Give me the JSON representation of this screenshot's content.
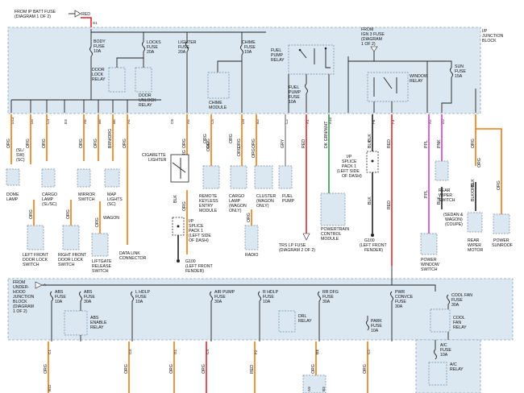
{
  "top_feed": {
    "label_l1": "FROM IP BATT FUSE",
    "label_l2": "(DIAGRAM 1 OF 2)",
    "wire_color": "RED",
    "pin": "S1"
  },
  "upper_block": {
    "title_l1": "I/P",
    "title_l2": "JUNCTION",
    "title_l3": "BLOCK"
  },
  "fuses_top": [
    {
      "l1": "BODY",
      "l2": "FUSE",
      "l3": "10A"
    },
    {
      "l1": "LOCKS",
      "l2": "FUSE",
      "l3": "20A"
    },
    {
      "l1": "LIGHTER",
      "l2": "FUSE",
      "l3": "20A"
    },
    {
      "l1": "CHIME",
      "l2": "FUSE",
      "l3": "10A"
    }
  ],
  "ign_feed": {
    "l1": "FROM",
    "l2": "IGN 3 FUSE",
    "l3": "(DIAGRAM",
    "l4": "1 OF 2)"
  },
  "relays_top": {
    "door_lock": [
      "DOOR",
      "LOCK",
      "RELAY"
    ],
    "door_unlock": [
      "DOOR",
      "UNLOCK",
      "RELAY"
    ],
    "chime_module": [
      "CHIME",
      "MODULE"
    ],
    "fuel_pump_relay": [
      "FUEL",
      "PUMP",
      "RELAY"
    ],
    "fuel_pump_fuse": [
      "FUEL",
      "PUMP",
      "FUSE",
      "10A"
    ],
    "window_relay": [
      "WINDOW",
      "RELAY"
    ],
    "sun_fuse": [
      "SUN",
      "FUSE",
      "15A"
    ]
  },
  "pins_top": [
    "D13",
    "D5",
    "C4",
    "E3",
    "A6",
    "B8",
    "B8",
    "A4",
    "C6",
    "A5",
    "C5",
    "D9",
    "B3",
    "C2",
    "A1",
    "A10",
    "F8",
    "F3",
    "A2",
    "D2"
  ],
  "wire_colors_top": [
    "ORG",
    "ORG",
    "ORG",
    "ORG",
    "ORG",
    "BRN/ORG",
    "ORG",
    "ORG",
    "ORG",
    "ORG",
    "ORG",
    "GRY",
    "RED",
    "DK GRN/WHT",
    "BLK",
    "RED",
    "PPL",
    "PNK",
    "ORG"
  ],
  "components": {
    "dome": [
      "DOME",
      "LAMP"
    ],
    "dome_variant": [
      "(SL/",
      "SW)",
      "(SC)"
    ],
    "cargo_sl": [
      "CARGO",
      "LAMP",
      "(SL/SC)"
    ],
    "mirror": [
      "MIRROR",
      "SWITCH"
    ],
    "map": [
      "MAP",
      "LIGHTS",
      "(SC)"
    ],
    "lighter": [
      "CIGARETTE",
      "LIGHTER"
    ],
    "remote": [
      "REMOTE",
      "KEYLESS",
      "ENTRY",
      "MODULE"
    ],
    "cargo_wagon": [
      "CARGO",
      "LAMP",
      "(WAGON",
      "ONLY)"
    ],
    "cluster": [
      "CLUSTER",
      "(WAGON",
      "ONLY)"
    ],
    "fuel_pump": [
      "FUEL",
      "PUMP"
    ],
    "pcm": [
      "POWERTRAIN",
      "CONTROL",
      "MODULE"
    ],
    "splice1": [
      "I/P",
      "SPLICE",
      "PACK 1",
      "(LEFT SIDE",
      "OF DASH)"
    ],
    "rear_wiper_sw": [
      "REAR",
      "WIPER",
      "SWITCH"
    ],
    "sedan_wagon": [
      "(SEDAN &",
      "WAGON)",
      "(COUPE)"
    ],
    "rear_wiper_motor": [
      "REAR",
      "WIPER",
      "MOTOR"
    ],
    "power_sunroof": [
      "POWER",
      "SUNROOF"
    ],
    "lf_door": [
      "LEFT FRONT",
      "DOOR LOCK",
      "SWITCH"
    ],
    "rf_door": [
      "RIGHT FRONT",
      "DOOR LOCK",
      "SWITCH"
    ],
    "liftgate": [
      "LIFTGATE",
      "RELEASE",
      "SWITCH"
    ],
    "wagon": "WAGON",
    "dlc": [
      "DATA LINK",
      "CONNECTOR"
    ],
    "splice_left": [
      "I/P",
      "SPLICE",
      "PACK 1",
      "(LEFT SIDE",
      "OF DASH)"
    ],
    "g100_left": [
      "G100",
      "(LEFT FRONT",
      "FENDER)"
    ],
    "radio": "RADIO",
    "trs": [
      "TRS LP FUSE",
      "(DIAGRAM 2 OF 2)"
    ],
    "g100_right": [
      "G100",
      "(LEFT FRONT",
      "FENDER)"
    ],
    "power_window": [
      "POWER",
      "WINDOW",
      "SWITCH"
    ]
  },
  "lower_block": {
    "from_l1": "FROM",
    "from_l2": "UNDER-",
    "from_l3": "HOOD",
    "from_l4": "JUNCTION",
    "from_l5": "BLOCK",
    "from_l6": "(DIAGRAM",
    "from_l7": "1 OF 2)",
    "pin": "A",
    "fuses": [
      {
        "l1": "ABS",
        "l2": "FUSE",
        "l3": "10A"
      },
      {
        "l1": "ABS",
        "l2": "FUSE",
        "l3": "30A"
      },
      {
        "l1": "L HDLP",
        "l2": "FUSE",
        "l3": "10A"
      },
      {
        "l1": "AIR PUMP",
        "l2": "FUSE",
        "l3": "30A"
      },
      {
        "l1": "R HDLP",
        "l2": "FUSE",
        "l3": "10A"
      },
      {
        "l1": "RR DFG",
        "l2": "FUSE",
        "l3": "30A"
      },
      {
        "l1": "PWR",
        "l2": "CONVCE",
        "l3": "FUSE",
        "l4": "30A"
      },
      {
        "l1": "COOL FAN",
        "l2": "FUSE",
        "l3": "30A"
      }
    ],
    "abs_relay": [
      "ABS",
      "ENABLE",
      "RELAY"
    ],
    "drl_relay": [
      "DRL",
      "RELAY"
    ],
    "park_fuse": [
      "PARK",
      "FUSE",
      "10A"
    ],
    "cool_relay": [
      "COOL",
      "FAN",
      "RELAY"
    ],
    "ac_fuse": [
      "A/C",
      "FUSE",
      "10A"
    ],
    "ac_relay": [
      "A/C",
      "RELAY"
    ],
    "pins": [
      "C1",
      "C3",
      "G1",
      "C4",
      "F2",
      "D2",
      "C2",
      "D1"
    ],
    "wire_colors": [
      "ORG",
      "ORG",
      "ORG",
      "ORG",
      "RED",
      "ORG",
      "ORG",
      "ORG",
      "ORG"
    ],
    "bottom_pins": [
      "B12",
      "A9",
      "B3"
    ]
  },
  "wire_colors_mid": [
    "ORG",
    "ORG",
    "ORG",
    "ORG",
    "ORG",
    "ORG",
    "ORG",
    "ORG",
    "ORG",
    "BLK",
    "BLK",
    "BLK",
    "BLK",
    "ORG",
    "ORG",
    "RED",
    "BLK",
    "ORG",
    "PPL",
    "BLK/ORG",
    "ORG"
  ]
}
